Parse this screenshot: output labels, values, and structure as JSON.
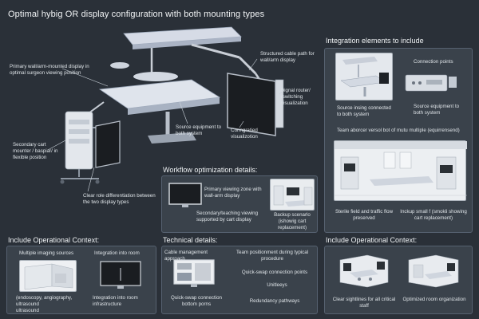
{
  "main_title": "Optimal hybig OR display configuration with both mounting types",
  "hero": {
    "label_primary": "Primary wall/arm-mounted display in optimal surgeon viewing position",
    "label_cable": "Structured cable path for wall/arm display",
    "label_router": "Signal router/ /switching visualization",
    "label_source": "Source equipment to both system",
    "label_connection": "Conngratied visualizotion",
    "label_secondary": "Secondary cart mounter / baspiar/ in flexible position",
    "label_role": "Clear role differentiation between the two display types"
  },
  "integration": {
    "title": "Integration elements to include",
    "label_source_connected": "Source insing connected to both system",
    "label_connection_points": "Connection points",
    "label_source_equipment": "Source equipment to both system",
    "label_team": "Team aborcer versol bot of mutu multiple (equirrensend)",
    "label_sterile": "Sterile field and traffic flow preserved",
    "label_backup": "Inckup small f (smokli showing cart replacement)"
  },
  "workflow": {
    "title": "Workflow optimization details:",
    "label_primary_zone": "Primary viewing zone with wall-arm display",
    "label_secondary_viewing": "Secondary/teaching viewing supported by cart display",
    "label_backup_scenario": "Backup scenarlo (ishowig cart replacement)"
  },
  "op_context_left": {
    "title": "Include Operational Context:",
    "label_imaging": "Multiple imaging sources",
    "label_integration_room": "Integration into room",
    "label_endoscopy": "(endoscopy, angiography, ultrasound",
    "label_ultrasound": "ultrasound",
    "label_room_infra": "Integration into room infrastructure"
  },
  "technical": {
    "title": "Technical details:",
    "label_cable_mgmt": "Cable management approach",
    "label_team_position": "Team positionment during typical procedure",
    "label_quick_swap": "Quick-swap connection points",
    "label_unitleeys": "Unitleeys",
    "label_quick_swap_bottom": "Quick-swap connection bottom porns",
    "label_redundancy": "Redundancy pathways"
  },
  "op_context_right": {
    "title": "Include Operational Context:",
    "label_sightlines": "Clear sightlines for all critical staff",
    "label_optimized": "Optimized room organization"
  }
}
